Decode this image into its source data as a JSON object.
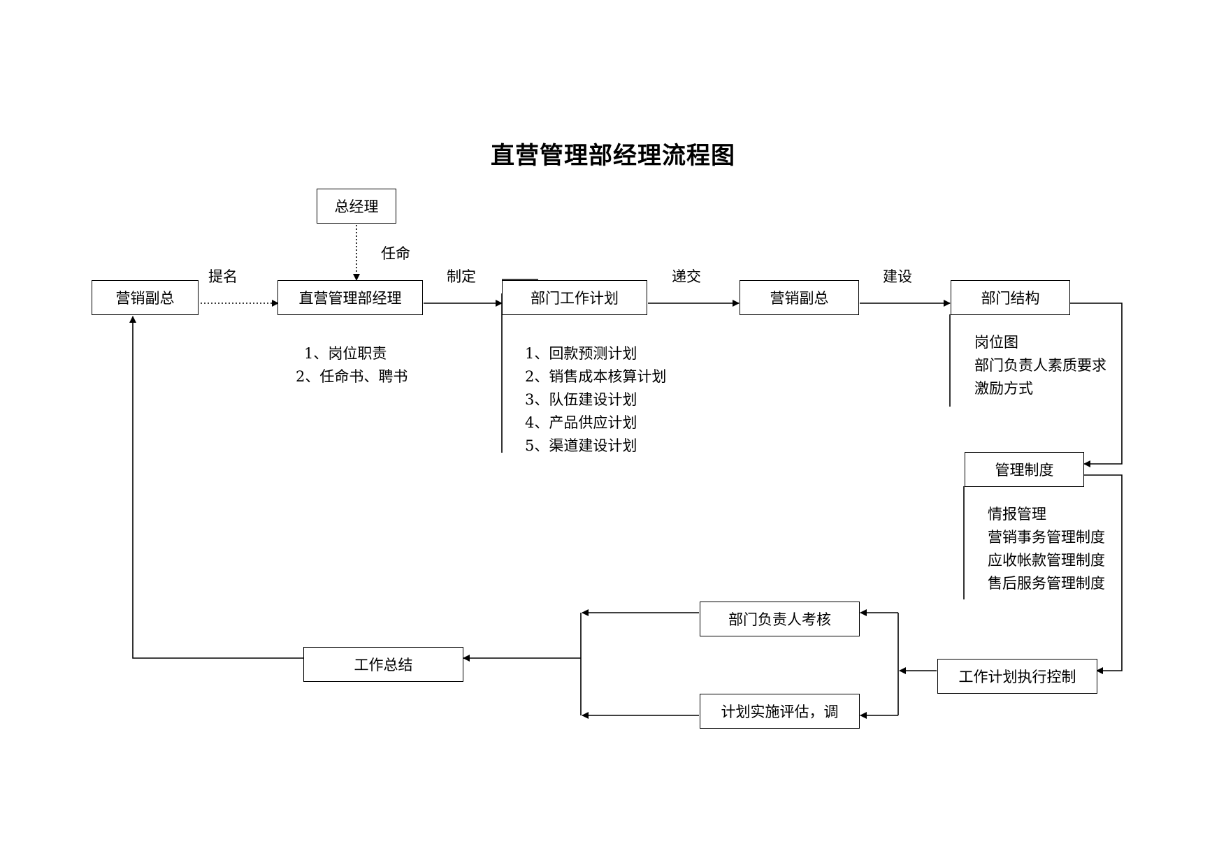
{
  "title": "直营管理部经理流程图",
  "nodes": {
    "general_manager": "总经理",
    "vp_marketing_left": "营销副总",
    "direct_manager": "直营管理部经理",
    "work_plan": "部门工作计划",
    "vp_marketing_mid": "营销副总",
    "dept_structure": "部门结构",
    "mgmt_system": "管理制度",
    "plan_exec_control": "工作计划执行控制",
    "head_assessment": "部门负责人考核",
    "plan_evaluation": "计划实施评估，调",
    "work_summary": "工作总结"
  },
  "edge_labels": {
    "appoint": "任命",
    "nominate": "提名",
    "formulate": "制定",
    "submit": "递交",
    "build": "建设"
  },
  "notes": {
    "direct_manager": [
      "1、岗位职责",
      "2、任命书、聘书"
    ],
    "work_plan": [
      "1、回款预测计划",
      "2、销售成本核算计划",
      "3、队伍建设计划",
      "4、产品供应计划",
      "5、渠道建设计划"
    ],
    "dept_structure": [
      "岗位图",
      "部门负责人素质要求",
      "激励方式"
    ],
    "mgmt_system": [
      "情报管理",
      "营销事务管理制度",
      "应收帐款管理制度",
      "售后服务管理制度"
    ]
  }
}
